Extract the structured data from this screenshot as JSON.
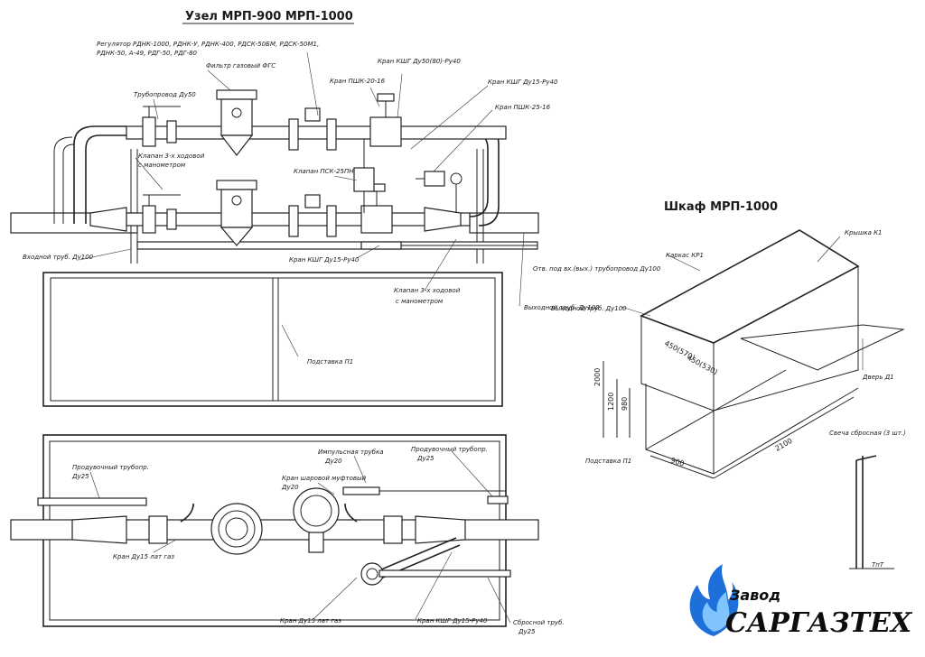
{
  "titles": {
    "uzel": "Узел МРП-900  МРП-1000",
    "shkaf": "Шкаф МРП-1000"
  },
  "labels": {
    "regulator_1": "Регулятор РДНК-1000, РДНК-У, РДНК-400, РДСК-50БМ, РДСК-50М1,",
    "regulator_2": "РДНК-50, А-49, РДГ-50, РДГ-80",
    "filtr": "Фильтр газовый ФГС",
    "kran_kshg_top": "Кран КШГ Ду50(80)-Ру40",
    "kran_pshk_20": "Кран ПШК-20-16",
    "kran_kshg_du15_top": "Кран КШГ Ду15-Ру40",
    "kran_pshk_25": "Кран ПШК-25-16",
    "truboprovod_du50": "Трубопровод Ду50",
    "klapan_3x_1a": "Клапан 3-х ходовой",
    "klapan_3x_1b": "с манометром",
    "klapan_psk": "Клапан ПСК-25ПН",
    "vhodnoy": "Входной труб. Ду100",
    "kran_kshg_du15_mid": "Кран КШГ Ду15-Ру40",
    "klapan_3x_2a": "Клапан 3-х ходовой",
    "klapan_3x_2b": "с манометром",
    "vyhodnoy_left": "Выходной труб. Ду100",
    "podstavka_top": "Подставка П1",
    "impulsnaya": "Импульсная трубка",
    "impulsnaya_du": "Ду20",
    "produvochny_right": "Продувочный трубопр.",
    "produvochny_right_du": "Ду25",
    "produvochny_left": "Продувочный трубопр.",
    "produvochny_left_du": "Ду25",
    "kran_sharovoy": "Кран шаровой муфтовый",
    "kran_sharovoy_du": "Ду20",
    "kran_du15_lat_top": "Кран Ду15 лат газ",
    "kran_du15_lat_bot": "Кран Ду15 лат газ",
    "kran_kshg_du15_bot": "Кран КШГ Ду15-Ру40",
    "sbrosnoy": "Сбросной труб.",
    "sbrosnoy_du": "Ду25",
    "otv": "Отв. под вх.(вых.) трубопровод Ду100",
    "karkas": "Каркас КР1",
    "kryshka": "Крышка К1",
    "vyhodnoy_right": "Выходной труб. Ду100",
    "dver": "Дверь Д1",
    "svecha": "Свеча сбросная (3 шт.)",
    "podstavka_right": "Подставка П1",
    "tpt": "ТпТ"
  },
  "dimensions": {
    "h2000": "2000",
    "h1200": "1200",
    "h980": "980",
    "w2100": "2100",
    "d900": "900",
    "pos1": "450(570)",
    "pos2": "450(530)"
  },
  "logo": {
    "line1": "Завод",
    "line2": "САРГАЗТЕХ"
  },
  "colors": {
    "ink": "#222222",
    "flame_blue": "#1e6fd9",
    "flame_light": "#7fc4ff",
    "logo_text": "#0d0d0d"
  },
  "icons": {
    "logo": "blue-flame-icon"
  }
}
